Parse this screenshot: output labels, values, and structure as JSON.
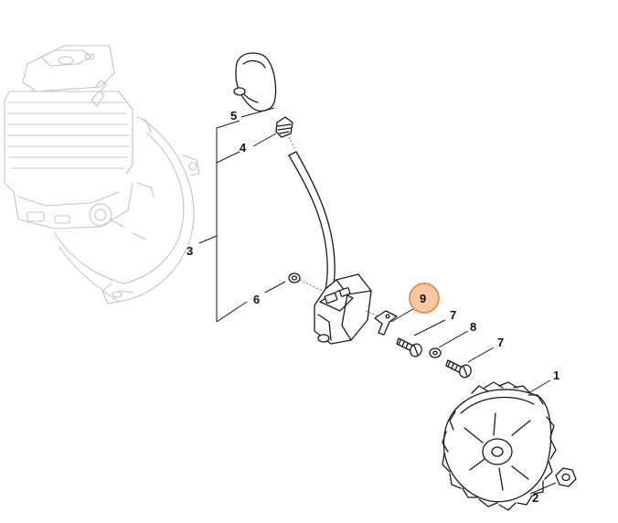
{
  "callouts": {
    "c1": "1",
    "c2": "2",
    "c3": "3",
    "c4": "4",
    "c5": "5",
    "c6": "6",
    "c7a": "7",
    "c7b": "7",
    "c8": "8",
    "c9": "9"
  },
  "colors": {
    "highlight_fill": "#f8c9a0",
    "highlight_stroke": "#e08a4c",
    "ghost_line": "#c4c4c4",
    "part_line": "#1a1a1a"
  }
}
